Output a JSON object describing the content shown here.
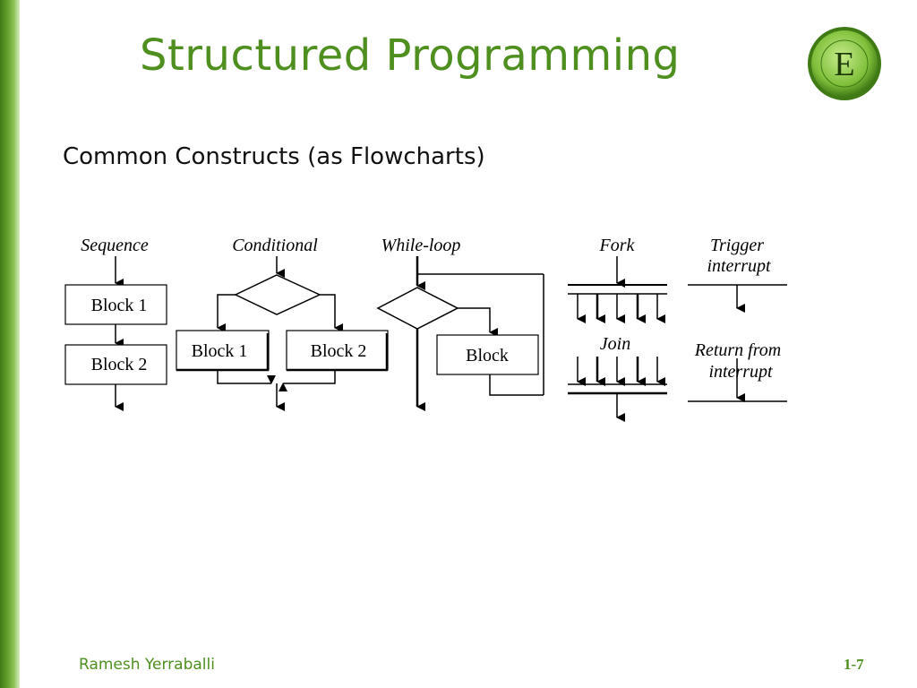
{
  "slide": {
    "title": "Structured Programming",
    "subtitle": "Common Constructs (as Flowcharts)",
    "author": "Ramesh Yerraballi",
    "page_number": "1-7"
  },
  "logo": {
    "icon": "texas-e-seal-icon",
    "letter": "E",
    "color_outer": "#4e8f1f",
    "color_inner": "#a9d86a"
  },
  "diagram": {
    "sequence": {
      "label": "Sequence",
      "block1": "Block 1",
      "block2": "Block 2"
    },
    "conditional": {
      "label": "Conditional",
      "block1": "Block 1",
      "block2": "Block 2"
    },
    "while_loop": {
      "label": "While-loop",
      "block": "Block"
    },
    "fork": {
      "label": "Fork"
    },
    "join": {
      "label": "Join"
    },
    "trigger_interrupt": {
      "label_line1": "Trigger",
      "label_line2": "interrupt"
    },
    "return_interrupt": {
      "label_line1": "Return from",
      "label_line2": "interrupt"
    }
  },
  "colors": {
    "accent": "#4e8f1f",
    "text": "#000000"
  }
}
